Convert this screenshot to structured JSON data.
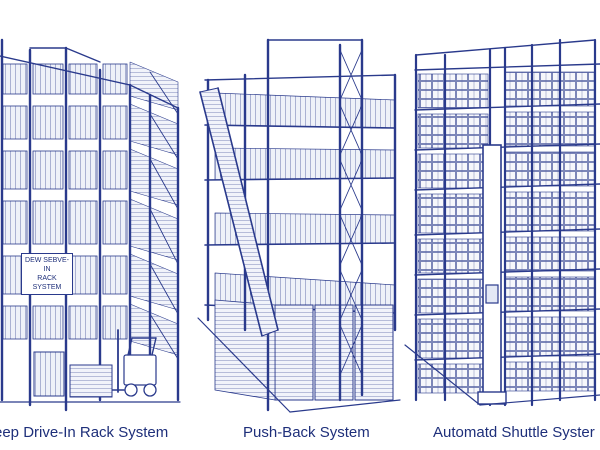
{
  "panels": [
    {
      "caption": "eep Drive-In Rack System"
    },
    {
      "caption": "Push-Back System"
    },
    {
      "caption": "Automatd Shuttle Syster"
    }
  ],
  "sign": {
    "line1": "DEW SEBVE-IN",
    "line2": "RACK SYSTEM"
  },
  "colors": {
    "ink": "#2a3a8c",
    "inkDark": "#1e2f7a",
    "paper": "#ffffff",
    "fill": "#e3e8f5"
  }
}
